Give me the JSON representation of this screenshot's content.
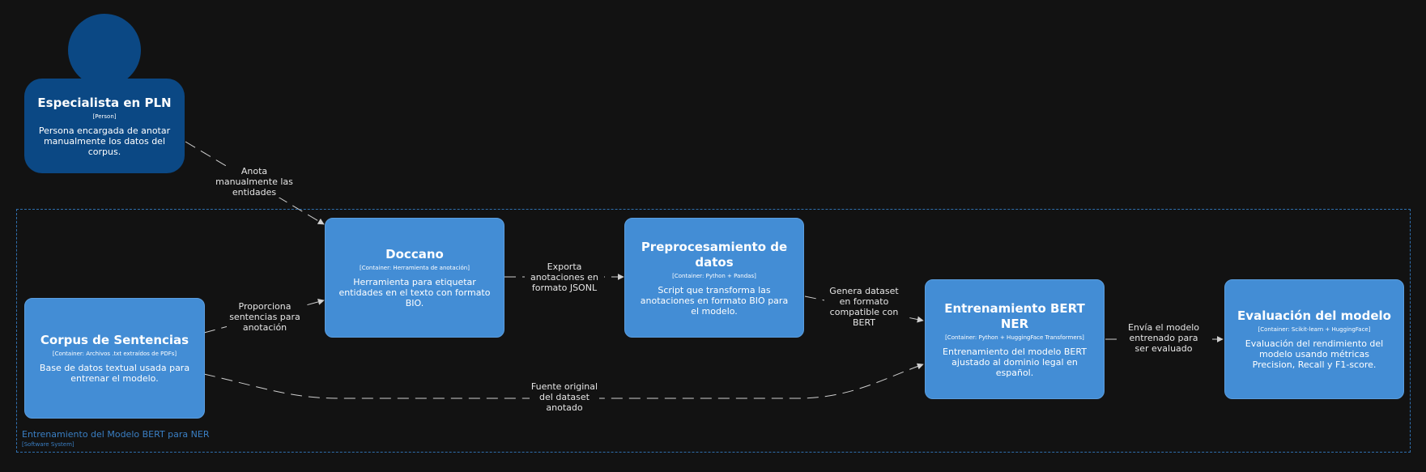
{
  "person": {
    "name": "Especialista en PLN",
    "type": "[Person]",
    "description": "Persona encargada de anotar manualmente los datos del corpus."
  },
  "boundary": {
    "title": "Entrenamiento del Modelo BERT para NER",
    "type": "[Software System]"
  },
  "containers": {
    "corpus": {
      "name": "Corpus de Sentencias",
      "type": "[Container: Archivos .txt extraídos de PDFs]",
      "description": "Base de datos textual usada para entrenar el modelo."
    },
    "doccano": {
      "name": "Doccano",
      "type": "[Container: Herramienta de anotación]",
      "description": "Herramienta para etiquetar entidades en el texto con formato BIO."
    },
    "preprocessing": {
      "name": "Preprocesamiento de datos",
      "type": "[Container: Python + Pandas]",
      "description": "Script que transforma las anotaciones en formato BIO para el modelo."
    },
    "training": {
      "name": "Entrenamiento BERT NER",
      "type": "[Container: Python + HuggingFace Transformers]",
      "description": "Entrenamiento del modelo BERT ajustado al dominio legal en español."
    },
    "evaluation": {
      "name": "Evaluación del modelo",
      "type": "[Container: Scikit-learn + HuggingFace]",
      "description": "Evaluación del rendimiento del modelo usando métricas Precision, Recall y F1-score."
    }
  },
  "relationships": {
    "annotate": "Anota manualmente las entidades",
    "provides": "Proporciona sentencias para anotación",
    "export": "Exporta anotaciones en formato JSONL",
    "dataset": "Genera dataset en formato compatible con BERT",
    "send_model": "Envía el modelo entrenado para ser evaluado",
    "source": "Fuente original del dataset anotado"
  },
  "colors": {
    "background": "#121212",
    "person": "#0b4884",
    "container": "#438dd5",
    "boundary": "#2f6fae",
    "edge": "#cfcfcf"
  }
}
